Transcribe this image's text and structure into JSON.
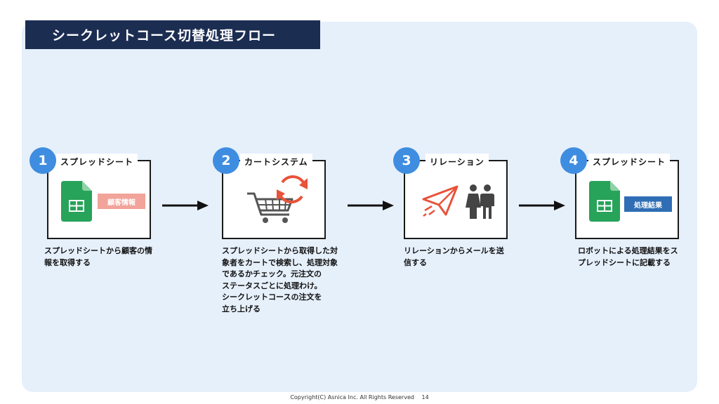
{
  "title": "シークレットコース切替処理フロー",
  "steps": [
    {
      "number": "1",
      "label": "スプレッドシート",
      "tag": "顧客情報",
      "description": [
        "スプレッドシートから顧客の情",
        "報を取得する"
      ]
    },
    {
      "number": "2",
      "label": "カートシステム",
      "description": [
        "スプレッドシートから取得した対",
        "象者をカートで検索し、処理対象",
        "であるかチェック。元注文の",
        "ステータスごとに処理わけ。",
        "シークレットコースの注文を",
        "立ち上げる"
      ]
    },
    {
      "number": "3",
      "label": "リレーション",
      "description": [
        "リレーションからメールを送",
        "信する"
      ]
    },
    {
      "number": "4",
      "label": "スプレッドシート",
      "tag": "処理結果",
      "description": [
        "ロボットによる処理結果をス",
        "プレッドシートに記載する"
      ]
    }
  ],
  "footer": {
    "copyright": "Copyright(C) Asnica Inc. All Rights Reserved",
    "page": "14"
  },
  "colors": {
    "title_bg": "#1c2d52",
    "panel_bg": "#e6f0fb",
    "badge": "#3e8de0",
    "sheet_green": "#27a35a",
    "tag_pink": "#f2a39a",
    "tag_blue": "#2f6eb5",
    "cart_orange": "#e8533a"
  },
  "icons": [
    "google-sheets-icon",
    "shopping-cart-icon",
    "refresh-icon",
    "paper-plane-icon",
    "people-icon",
    "arrow-right-icon"
  ]
}
